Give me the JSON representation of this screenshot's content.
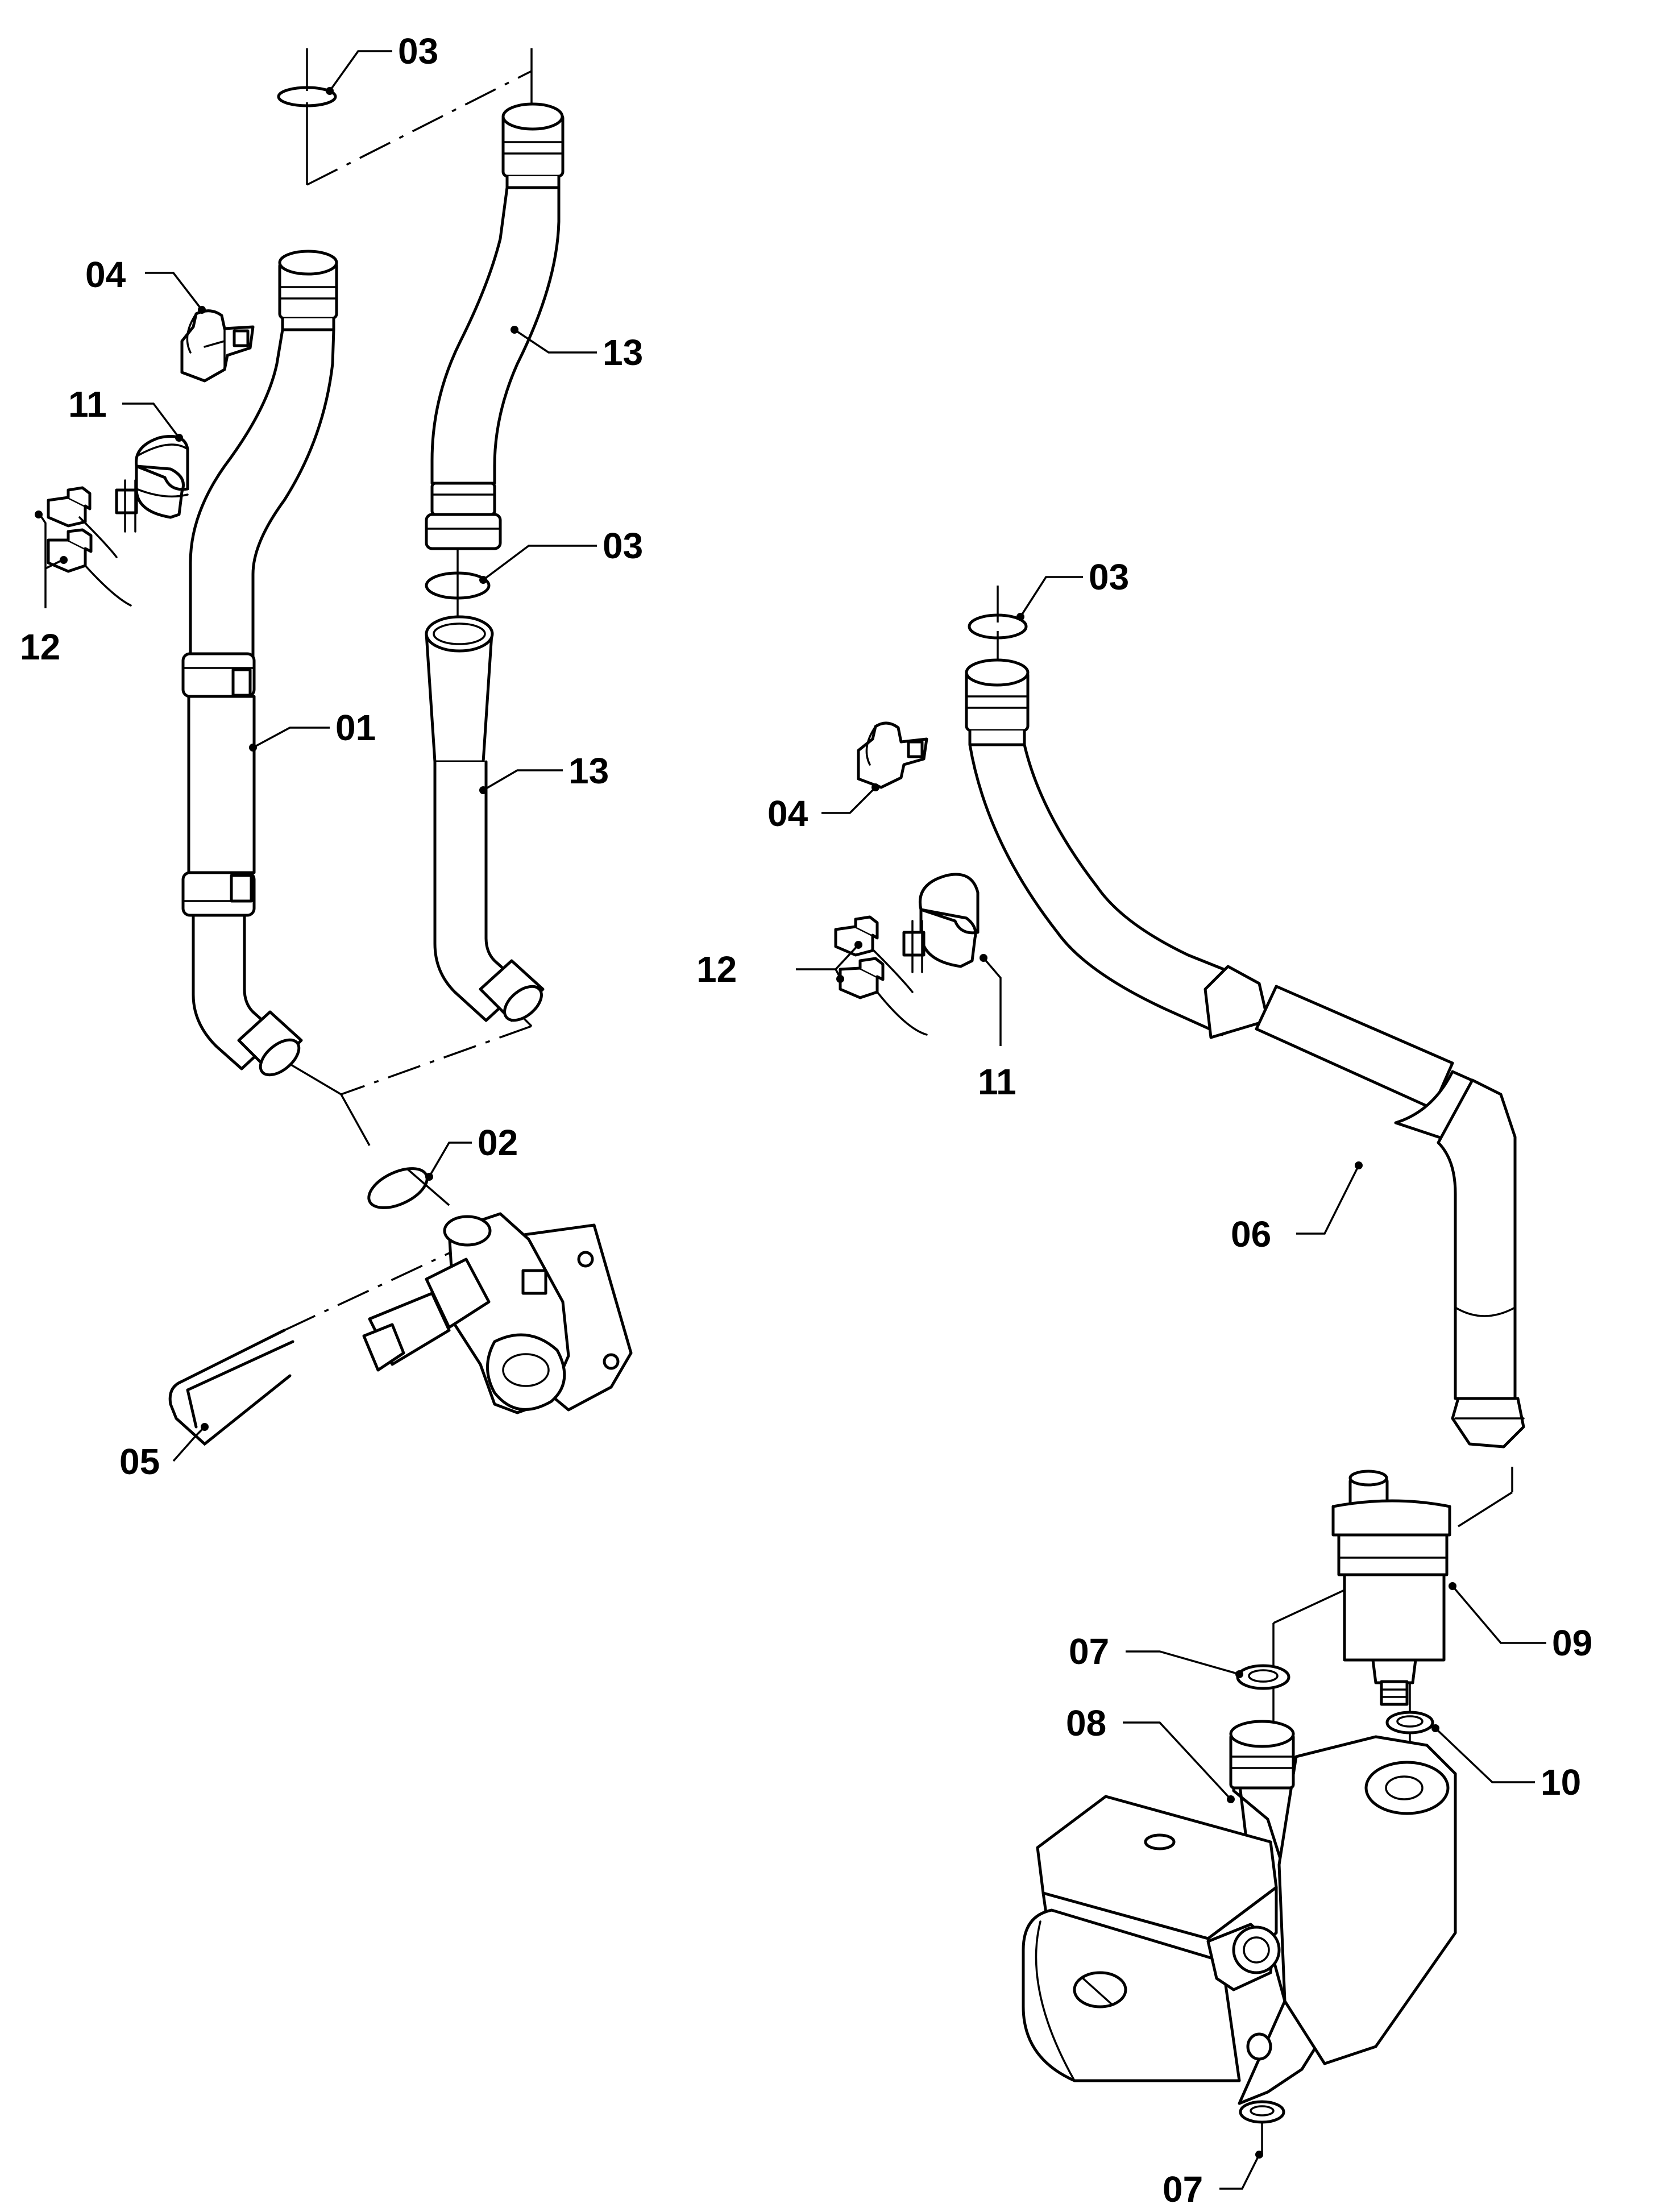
{
  "callouts": [
    {
      "id": "c-03-top",
      "label": "03"
    },
    {
      "id": "c-04-left",
      "label": "04"
    },
    {
      "id": "c-11-left",
      "label": "11"
    },
    {
      "id": "c-12-left",
      "label": "12"
    },
    {
      "id": "c-13-upper",
      "label": "13"
    },
    {
      "id": "c-03-middle",
      "label": "03"
    },
    {
      "id": "c-01",
      "label": "01"
    },
    {
      "id": "c-13-lower",
      "label": "13"
    },
    {
      "id": "c-03-right",
      "label": "03"
    },
    {
      "id": "c-04-right",
      "label": "04"
    },
    {
      "id": "c-12-right",
      "label": "12"
    },
    {
      "id": "c-11-right",
      "label": "11"
    },
    {
      "id": "c-02",
      "label": "02"
    },
    {
      "id": "c-05",
      "label": "05"
    },
    {
      "id": "c-06",
      "label": "06"
    },
    {
      "id": "c-09",
      "label": "09"
    },
    {
      "id": "c-07-upper",
      "label": "07"
    },
    {
      "id": "c-08",
      "label": "08"
    },
    {
      "id": "c-10",
      "label": "10"
    },
    {
      "id": "c-07-lower",
      "label": "07"
    }
  ]
}
